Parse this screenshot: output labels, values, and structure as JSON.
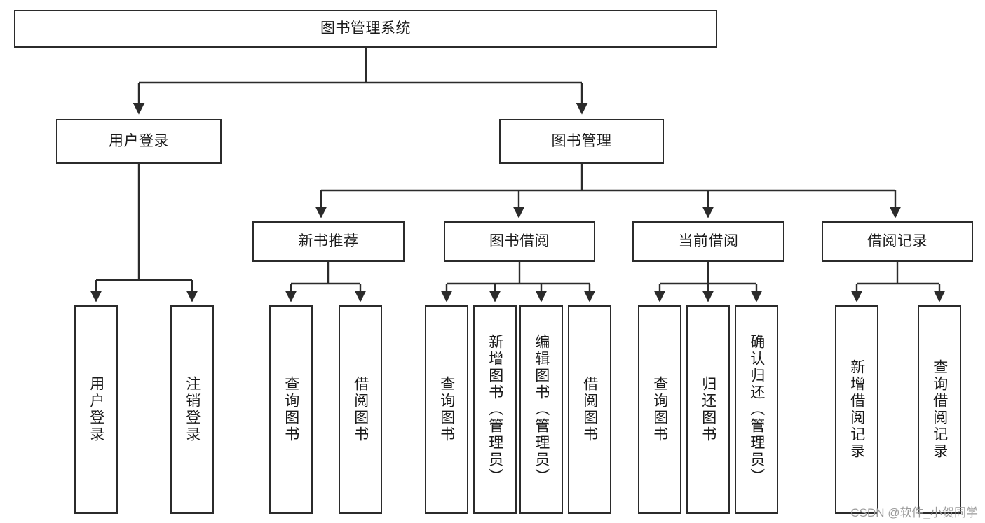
{
  "diagram": {
    "title": "图书管理系统",
    "type": "tree-hierarchy-chart",
    "colors": {
      "box_border": "#2b2b2b",
      "box_fill": "#ffffff",
      "edge": "#2b2b2b",
      "text": "#1a1a1a",
      "watermark": "#9b9b9b",
      "background": "#ffffff"
    }
  },
  "root": {
    "label": "图书管理系统"
  },
  "level1": [
    {
      "label": "用户登录"
    },
    {
      "label": "图书管理"
    }
  ],
  "level2": [
    {
      "label": "新书推荐"
    },
    {
      "label": "图书借阅"
    },
    {
      "label": "当前借阅"
    },
    {
      "label": "借阅记录"
    }
  ],
  "leaves": {
    "user_login": [
      {
        "label": "用户登录"
      },
      {
        "label": "注销登录"
      }
    ],
    "new_book_recommend": [
      {
        "label": "查询图书"
      },
      {
        "label": "借阅图书"
      }
    ],
    "book_borrow": [
      {
        "label": "查询图书"
      },
      {
        "label": "新增图书（管理员）"
      },
      {
        "label": "编辑图书（管理员）"
      },
      {
        "label": "借阅图书"
      }
    ],
    "current_borrow": [
      {
        "label": "查询图书"
      },
      {
        "label": "归还图书"
      },
      {
        "label": "确认归还（管理员）"
      }
    ],
    "borrow_record": [
      {
        "label": "新增借阅记录"
      },
      {
        "label": "查询借阅记录"
      }
    ]
  },
  "watermark": {
    "text": "CSDN @软件_小贺同学"
  }
}
